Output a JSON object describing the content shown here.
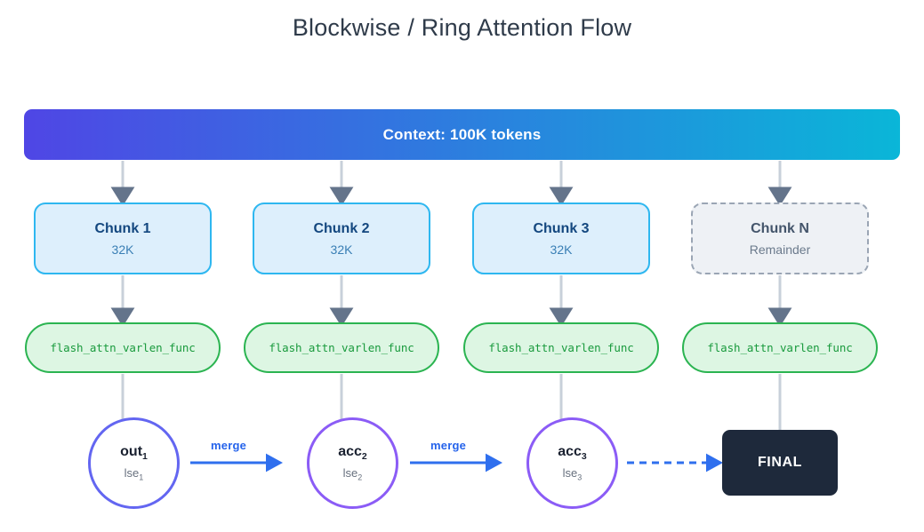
{
  "page": {
    "title": "Blockwise / Ring Attention Flow"
  },
  "context": {
    "label": "Context: 100K tokens",
    "gradient_start": "#4f46e5",
    "gradient_end": "#0ab6d8"
  },
  "chunks": [
    {
      "title": "Chunk 1",
      "subtitle": "32K",
      "style": "solid"
    },
    {
      "title": "Chunk 2",
      "subtitle": "32K",
      "style": "solid"
    },
    {
      "title": "Chunk 3",
      "subtitle": "32K",
      "style": "solid"
    },
    {
      "title": "Chunk N",
      "subtitle": "Remainder",
      "style": "dashed"
    }
  ],
  "kernels": [
    {
      "label": "flash_attn_varlen_func"
    },
    {
      "label": "flash_attn_varlen_func"
    },
    {
      "label": "flash_attn_varlen_func"
    },
    {
      "label": "flash_attn_varlen_func"
    }
  ],
  "accumulators": [
    {
      "main": "out",
      "main_sub": "1",
      "lse": "lse",
      "lse_sub": "1",
      "color": "#6366f1"
    },
    {
      "main": "acc",
      "main_sub": "2",
      "lse": "lse",
      "lse_sub": "2",
      "color": "#8b5cf6"
    },
    {
      "main": "acc",
      "main_sub": "3",
      "lse": "lse",
      "lse_sub": "3",
      "color": "#8b5cf6"
    }
  ],
  "merges": [
    {
      "label": "merge",
      "style": "solid",
      "color": "#2f6fee"
    },
    {
      "label": "merge",
      "style": "solid",
      "color": "#2f6fee"
    },
    {
      "label": "",
      "style": "dashed",
      "color": "#2f6fee"
    }
  ],
  "final": {
    "label": "FINAL",
    "color": "#1e293b"
  },
  "connector_color": "#c8d0da",
  "arrowhead_color": "#64748b"
}
